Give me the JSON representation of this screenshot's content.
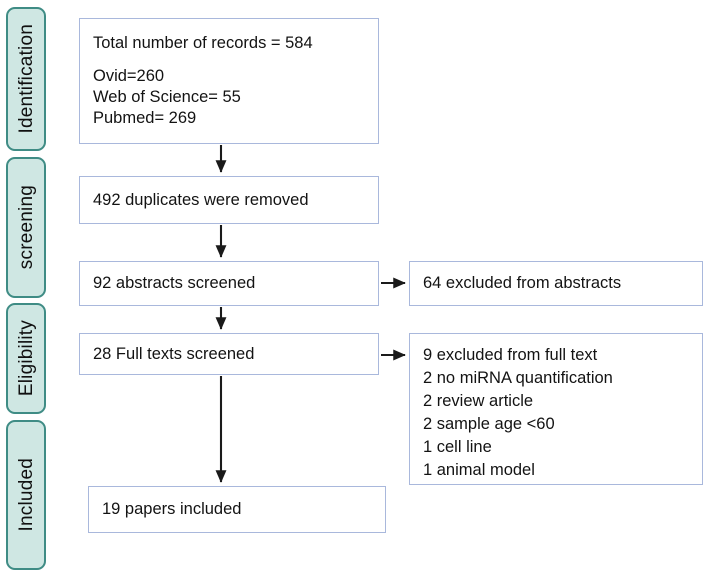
{
  "diagram": {
    "title": "PRISMA study selection flow diagram",
    "colors": {
      "stage_fill": "#cfe7e3",
      "stage_border": "#3f8c85",
      "box_border": "#a9b8dc",
      "box_fill": "#ffffff",
      "arrow": "#1a1a1a",
      "text": "#131313"
    }
  },
  "stages": [
    {
      "id": "identification",
      "label": "Identification"
    },
    {
      "id": "screening",
      "label": "screening"
    },
    {
      "id": "eligibility",
      "label": "Eligibility"
    },
    {
      "id": "included",
      "label": "Included"
    }
  ],
  "boxes": {
    "records": {
      "line1": "Total number of records = 584",
      "line2": "Ovid=260",
      "line3": "Web of Science= 55",
      "line4": "Pubmed= 269"
    },
    "duplicates": {
      "line1": "492 duplicates were removed"
    },
    "abstracts_screened": {
      "line1": "92 abstracts screened"
    },
    "excluded_abstracts": {
      "line1": "64 excluded from abstracts"
    },
    "fulltext_screened": {
      "line1": "28 Full texts screened"
    },
    "excluded_fulltext": {
      "line1": "9 excluded from full text",
      "line2": "2 no miRNA quantification",
      "line3": "2 review article",
      "line4": "2 sample age <60",
      "line5": "1 cell line",
      "line6": "1 animal model"
    },
    "included": {
      "line1": "19 papers included"
    }
  },
  "flow_data": {
    "type": "prisma-flow",
    "total_records": 584,
    "sources": [
      {
        "name": "Ovid",
        "count": 260
      },
      {
        "name": "Web of Science",
        "count": 55
      },
      {
        "name": "Pubmed",
        "count": 269
      }
    ],
    "duplicates_removed": 492,
    "abstracts_screened": 92,
    "excluded_from_abstracts": 64,
    "full_texts_screened": 28,
    "excluded_from_full_text": 9,
    "full_text_exclusion_reasons": [
      {
        "reason": "no miRNA quantification",
        "count": 2
      },
      {
        "reason": "review article",
        "count": 2
      },
      {
        "reason": "sample age <60",
        "count": 2
      },
      {
        "reason": "cell line",
        "count": 1
      },
      {
        "reason": "animal model",
        "count": 1
      }
    ],
    "papers_included": 19
  }
}
